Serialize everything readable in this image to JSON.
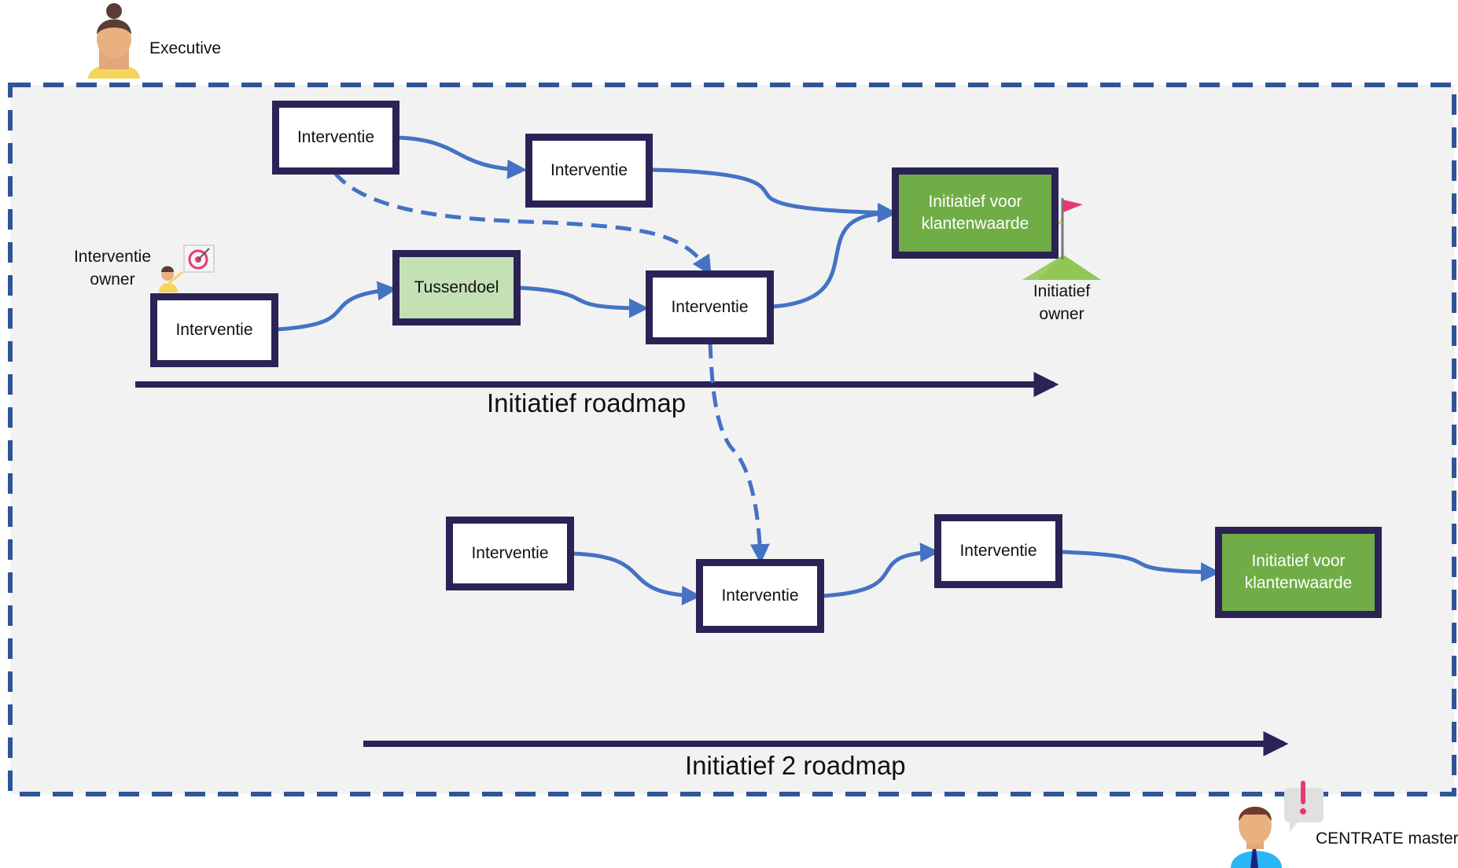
{
  "roles": {
    "executive": "Executive",
    "interventie_owner": [
      "Interventie",
      "owner"
    ],
    "initiatief_owner": [
      "Initiatief",
      "owner"
    ],
    "centrate_master": "CENTRATE master"
  },
  "roadmaps": {
    "roadmap1": "Initiatief roadmap",
    "roadmap2": "Initiatief 2 roadmap"
  },
  "nodes": {
    "r1_top_left": "Interventie",
    "r1_top_mid": "Interventie",
    "r1_value": [
      "Initiatief voor",
      "klantenwaarde"
    ],
    "r1_bottom_left": "Interventie",
    "r1_tussendoel": "Tussendoel",
    "r1_mid": "Interventie",
    "r2_left": "Interventie",
    "r2_mid": "Interventie",
    "r2_right": "Interventie",
    "r2_value": [
      "Initiatief voor",
      "klantenwaarde"
    ]
  },
  "colors": {
    "box_border": "#2b2356",
    "connector": "#4472c4",
    "goal_fill": "#c5e0b4",
    "value_fill": "#70ad47",
    "frame_dash": "#2f5597",
    "frame_fill": "#f2f2f2",
    "roadmap_arrow": "#2b2356"
  },
  "icons": [
    "executive-avatar-icon",
    "interventie-owner-target-icon",
    "initiatief-owner-flag-icon",
    "centrate-master-alert-icon"
  ]
}
